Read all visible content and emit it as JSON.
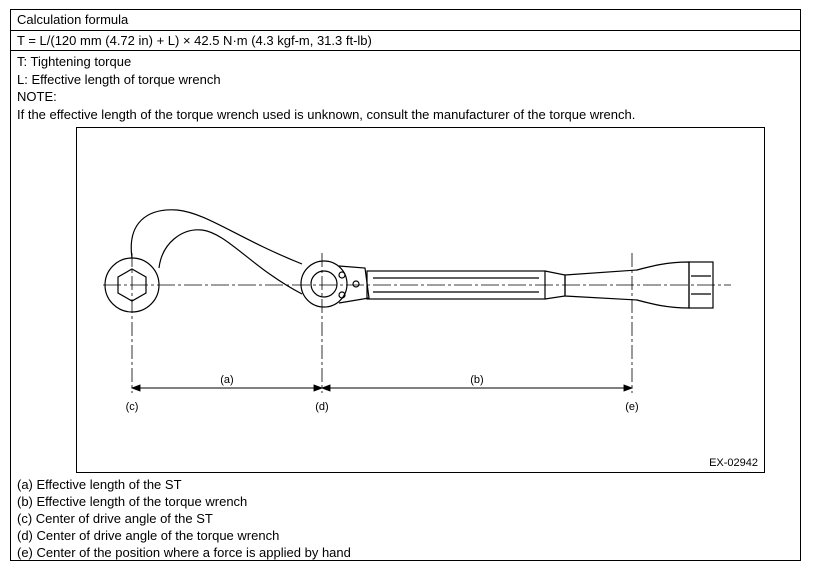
{
  "header": {
    "title": "Calculation formula"
  },
  "formula": {
    "text": "T = L/(120 mm (4.72 in) + L) × 42.5 N·m (4.3 kgf-m, 31.3 ft-lb)"
  },
  "definitions": [
    "T: Tightening torque",
    "L: Effective length of torque wrench"
  ],
  "note": {
    "label": "NOTE:",
    "text": "If the effective length of the torque wrench used is unknown, consult the manufacturer of the torque wrench."
  },
  "figure": {
    "id": "EX-02942",
    "dimension_labels": {
      "a": "(a)",
      "b": "(b)"
    },
    "point_labels": {
      "c": "(c)",
      "d": "(d)",
      "e": "(e)"
    }
  },
  "legend": [
    "(a) Effective length of the ST",
    "(b) Effective length of the torque wrench",
    "(c) Center of drive angle of the ST",
    "(d) Center of drive angle of the torque wrench",
    "(e) Center of the position where a force is applied by hand"
  ]
}
